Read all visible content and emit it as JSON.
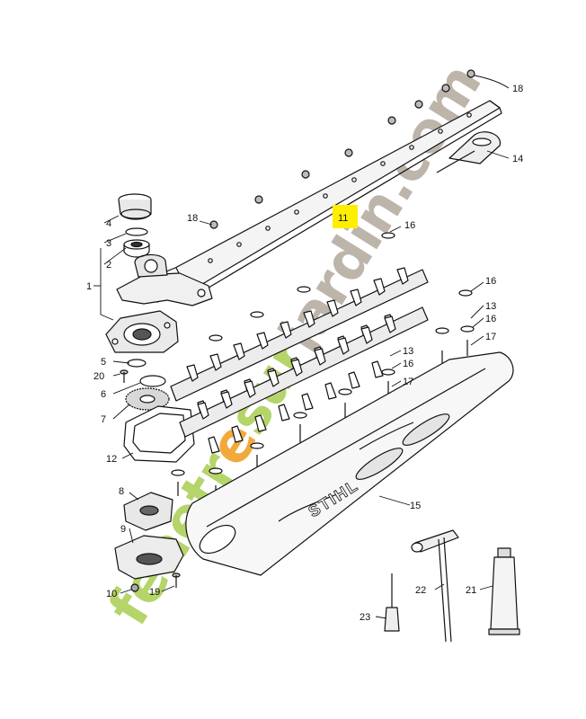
{
  "brand_text": "STIHL",
  "watermark": {
    "text_green": "fenetr",
    "text_orange": "e",
    "text_green2": "sur",
    "text_gray": "jardin.com",
    "colors": {
      "green": "#b5d46a",
      "orange": "#f2a93b",
      "gray": "#bdb5aa"
    }
  },
  "highlight_color": "#ffee00",
  "callouts": [
    {
      "id": "18a",
      "label": "18"
    },
    {
      "id": "14",
      "label": "14"
    },
    {
      "id": "11",
      "label": "11",
      "highlighted": true
    },
    {
      "id": "18b",
      "label": "18"
    },
    {
      "id": "16a",
      "label": "16"
    },
    {
      "id": "4",
      "label": "4"
    },
    {
      "id": "3",
      "label": "3"
    },
    {
      "id": "2",
      "label": "2"
    },
    {
      "id": "1",
      "label": "1"
    },
    {
      "id": "16b",
      "label": "16"
    },
    {
      "id": "13a",
      "label": "13"
    },
    {
      "id": "16c",
      "label": "16"
    },
    {
      "id": "17a",
      "label": "17"
    },
    {
      "id": "13b",
      "label": "13"
    },
    {
      "id": "16d",
      "label": "16"
    },
    {
      "id": "17b",
      "label": "17"
    },
    {
      "id": "5",
      "label": "5"
    },
    {
      "id": "20",
      "label": "20"
    },
    {
      "id": "6",
      "label": "6"
    },
    {
      "id": "7",
      "label": "7"
    },
    {
      "id": "12",
      "label": "12"
    },
    {
      "id": "15",
      "label": "15"
    },
    {
      "id": "8",
      "label": "8"
    },
    {
      "id": "9",
      "label": "9"
    },
    {
      "id": "10",
      "label": "10"
    },
    {
      "id": "19",
      "label": "19"
    },
    {
      "id": "22",
      "label": "22"
    },
    {
      "id": "21",
      "label": "21"
    },
    {
      "id": "23",
      "label": "23"
    }
  ]
}
